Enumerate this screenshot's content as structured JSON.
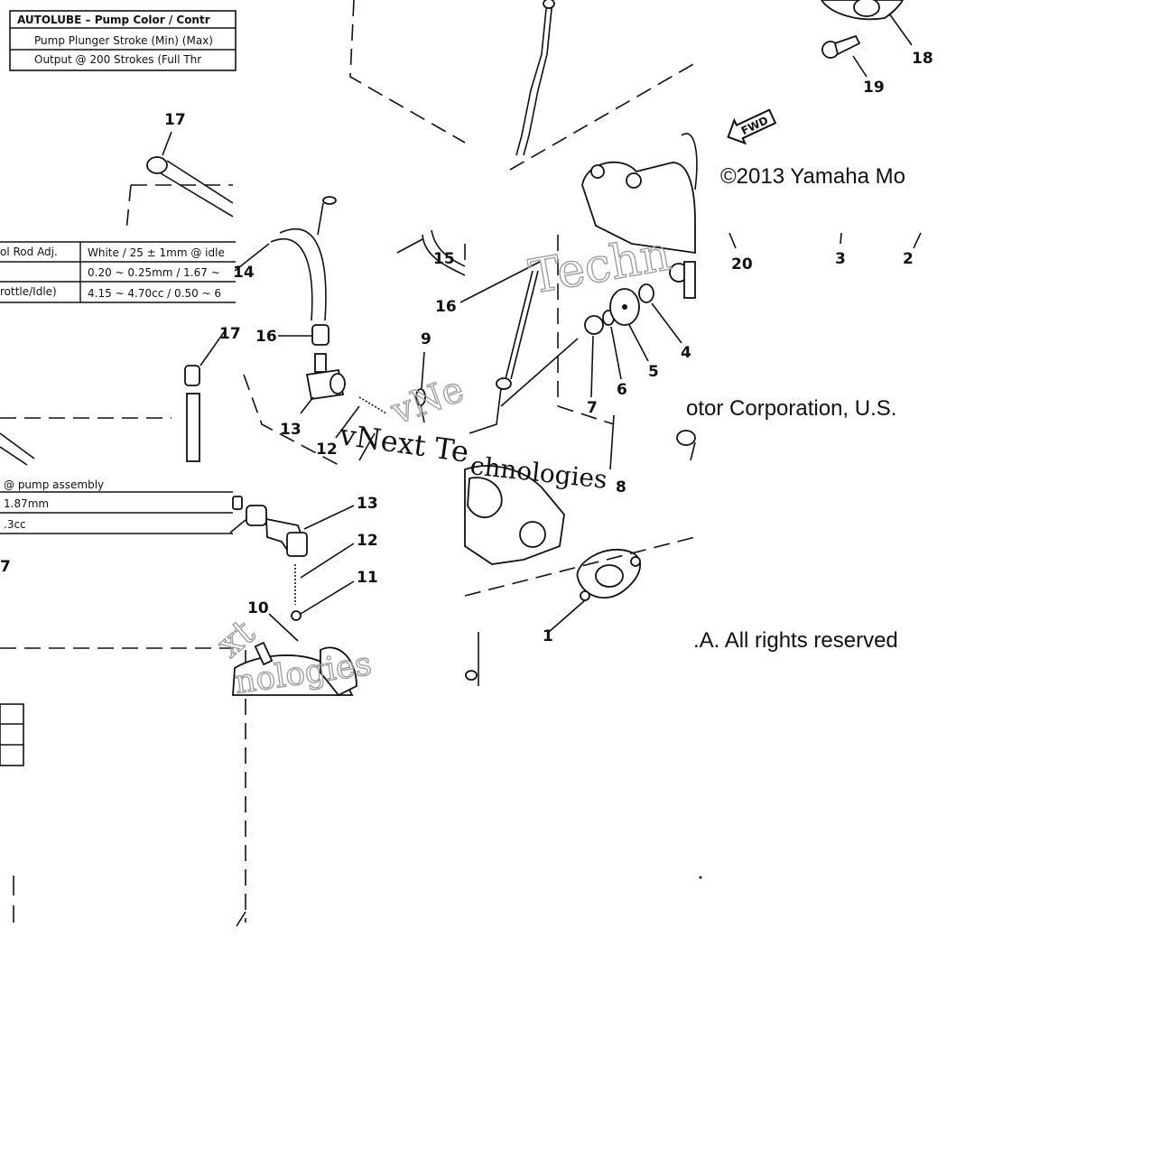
{
  "tables": {
    "autolube": {
      "header": "AUTOLUBE – Pump Color / Contr",
      "row1": "Pump Plunger Stroke (Min) (Max)",
      "row2": "Output @ 200 Strokes (Full Thr"
    },
    "control": {
      "r1c1": "ol Rod Adj.",
      "r1c2": "White / 25 ± 1mm @ idle",
      "r2c2": "0.20 ~ 0.25mm / 1.67 ~",
      "r3c1": "rottle/Idle)",
      "r3c2": "4.15 ~ 4.70cc / 0.50 ~ 6"
    },
    "pump": {
      "r1": "@ pump assembly",
      "r2": "1.87mm",
      "r3": ".3cc"
    }
  },
  "callouts": {
    "c17a": "17",
    "c17b": "17",
    "c17c": "7",
    "c14": "14",
    "c15": "15",
    "c16a": "16",
    "c16b": "16",
    "c13a": "13",
    "c13b": "13",
    "c12a": "12",
    "c12b": "12",
    "c11": "11",
    "c10": "10",
    "c9": "9",
    "c8": "8",
    "c7": "7",
    "c6": "6",
    "c5": "5",
    "c4": "4",
    "c1": "1",
    "c3": "3",
    "c2": "2",
    "c20": "20",
    "c19": "19",
    "c18": "18"
  },
  "fwd_label": "FWD",
  "copyright": {
    "line1": "©2013 Yamaha Mo",
    "line2": "otor Corporation, U.S.",
    "line3": ".A. All rights reserved"
  },
  "watermarks": {
    "w1": "Techn",
    "w2": "vNext Te",
    "w3": "chnologies",
    "w4": "xt",
    "w5": "nologies",
    "w6": "vNe"
  }
}
